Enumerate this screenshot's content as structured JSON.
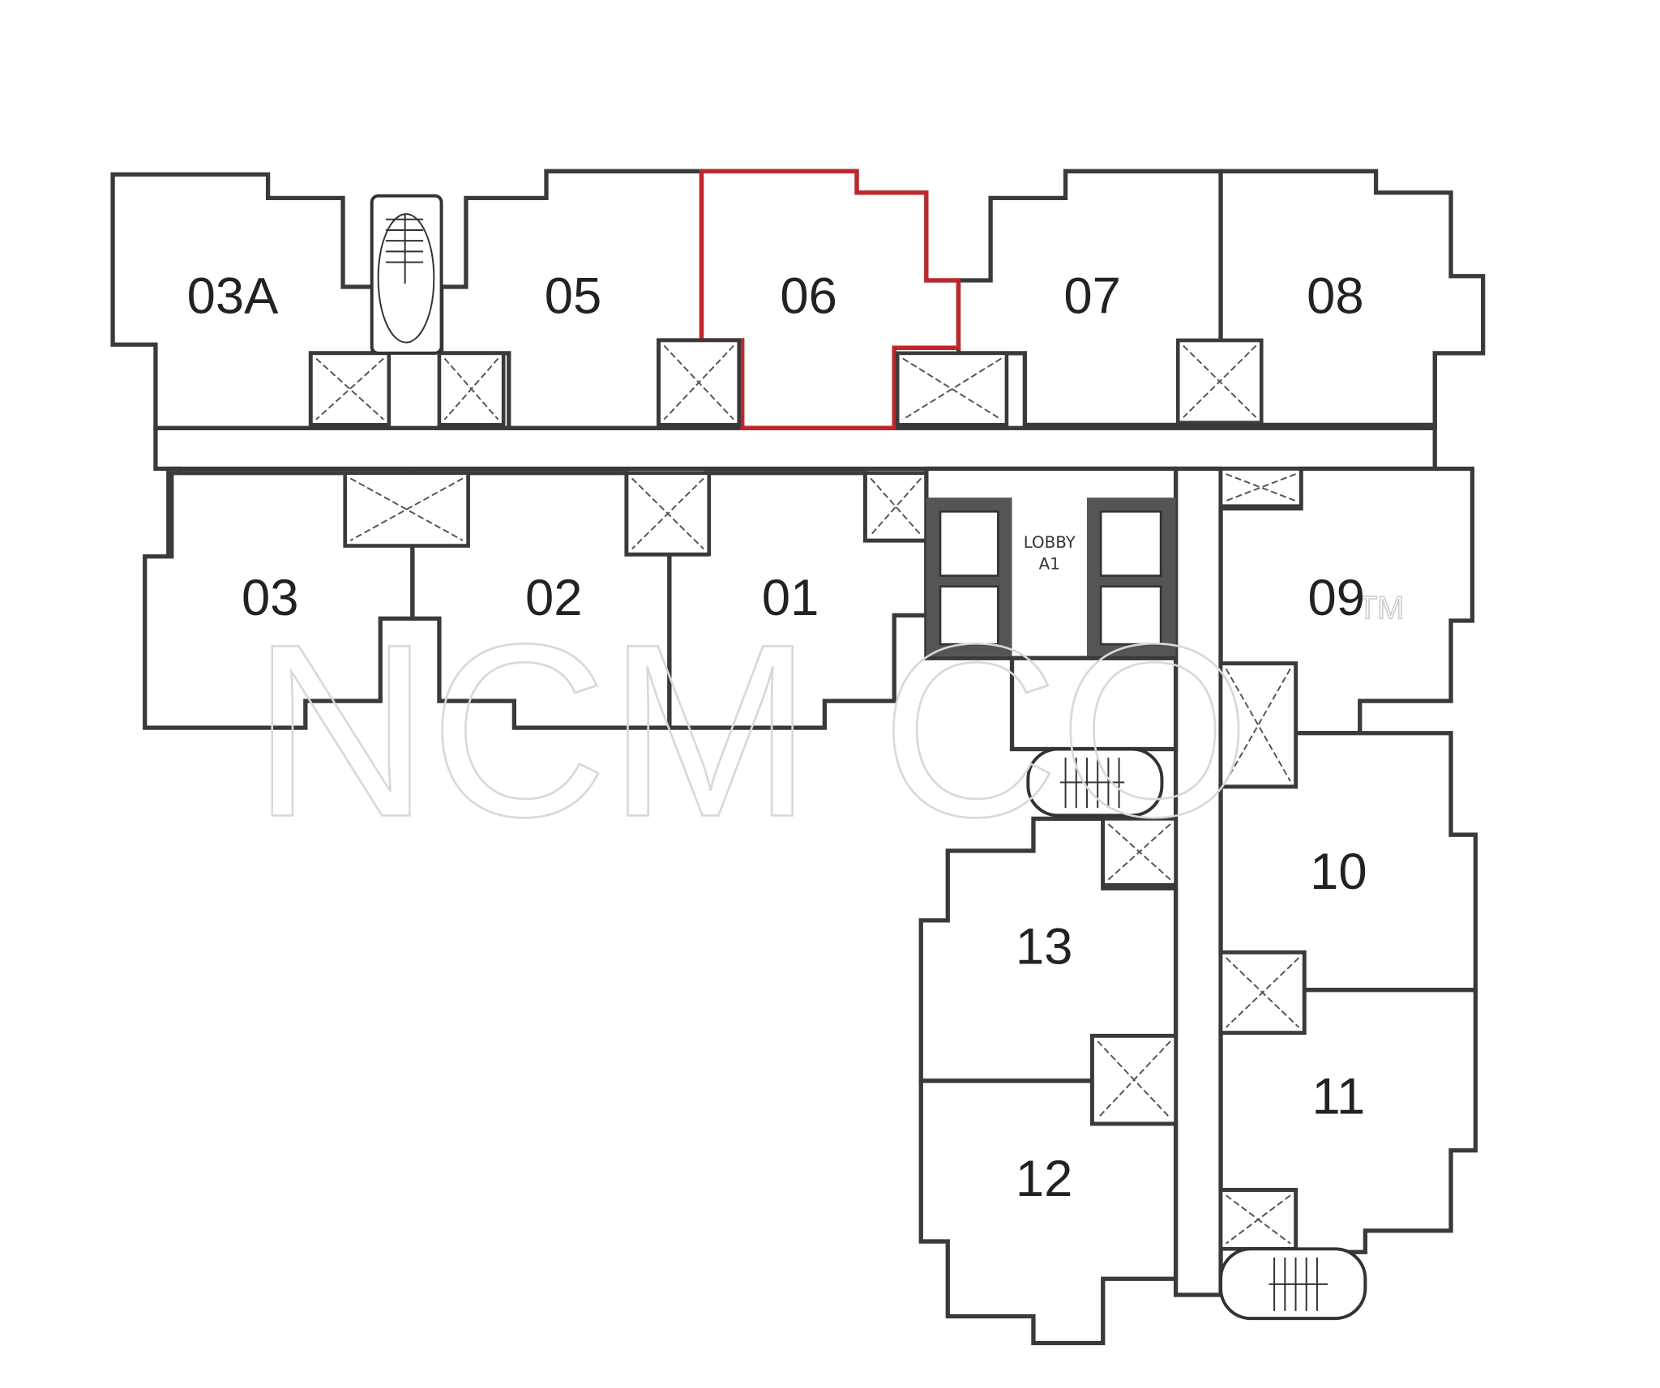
{
  "floor_plan": {
    "highlighted_unit": "06",
    "highlight_color": "#c0272d",
    "lobby": {
      "line1": "LOBBY",
      "line2": "A1"
    },
    "units": [
      "03A",
      "05",
      "06",
      "07",
      "08",
      "03",
      "02",
      "01",
      "09",
      "10",
      "11",
      "13",
      "12"
    ],
    "watermark": "NCM CO",
    "watermark_mark": "TM"
  }
}
